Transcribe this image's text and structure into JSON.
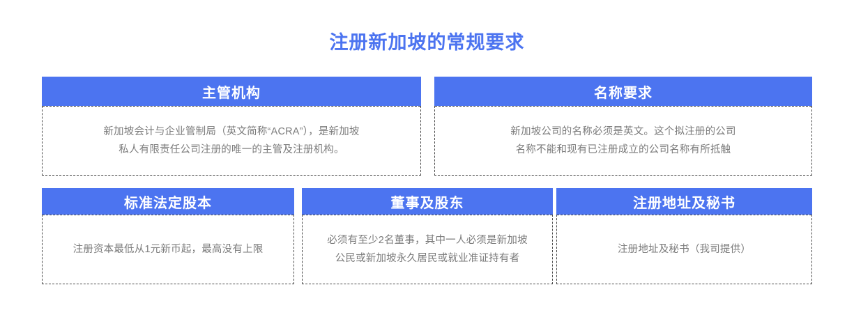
{
  "title": "注册新加坡的常规要求",
  "theme": {
    "accent": "#4c74f0",
    "header_text": "#ffffff",
    "body_text": "#7b7b7b",
    "border": "#4a4a4a",
    "background": "#ffffff"
  },
  "cards": [
    {
      "header": "主管机构",
      "body": "新加坡会计与企业管制局（英文简称“ACRA”），是新加坡\n私人有限责任公司注册的唯一的主管及注册机构。"
    },
    {
      "header": "名称要求",
      "body": "新加坡公司的名称必须是英文。这个拟注册的公司\n名称不能和现有已注册成立的公司名称有所抵触"
    },
    {
      "header": "标准法定股本",
      "body": "注册资本最低从1元新币起，最高没有上限"
    },
    {
      "header": "董事及股东",
      "body": "必须有至少2名董事，其中一人必须是新加坡\n公民或新加坡永久居民或就业准证持有者"
    },
    {
      "header": "注册地址及秘书",
      "body": "注册地址及秘书（我司提供）"
    }
  ]
}
